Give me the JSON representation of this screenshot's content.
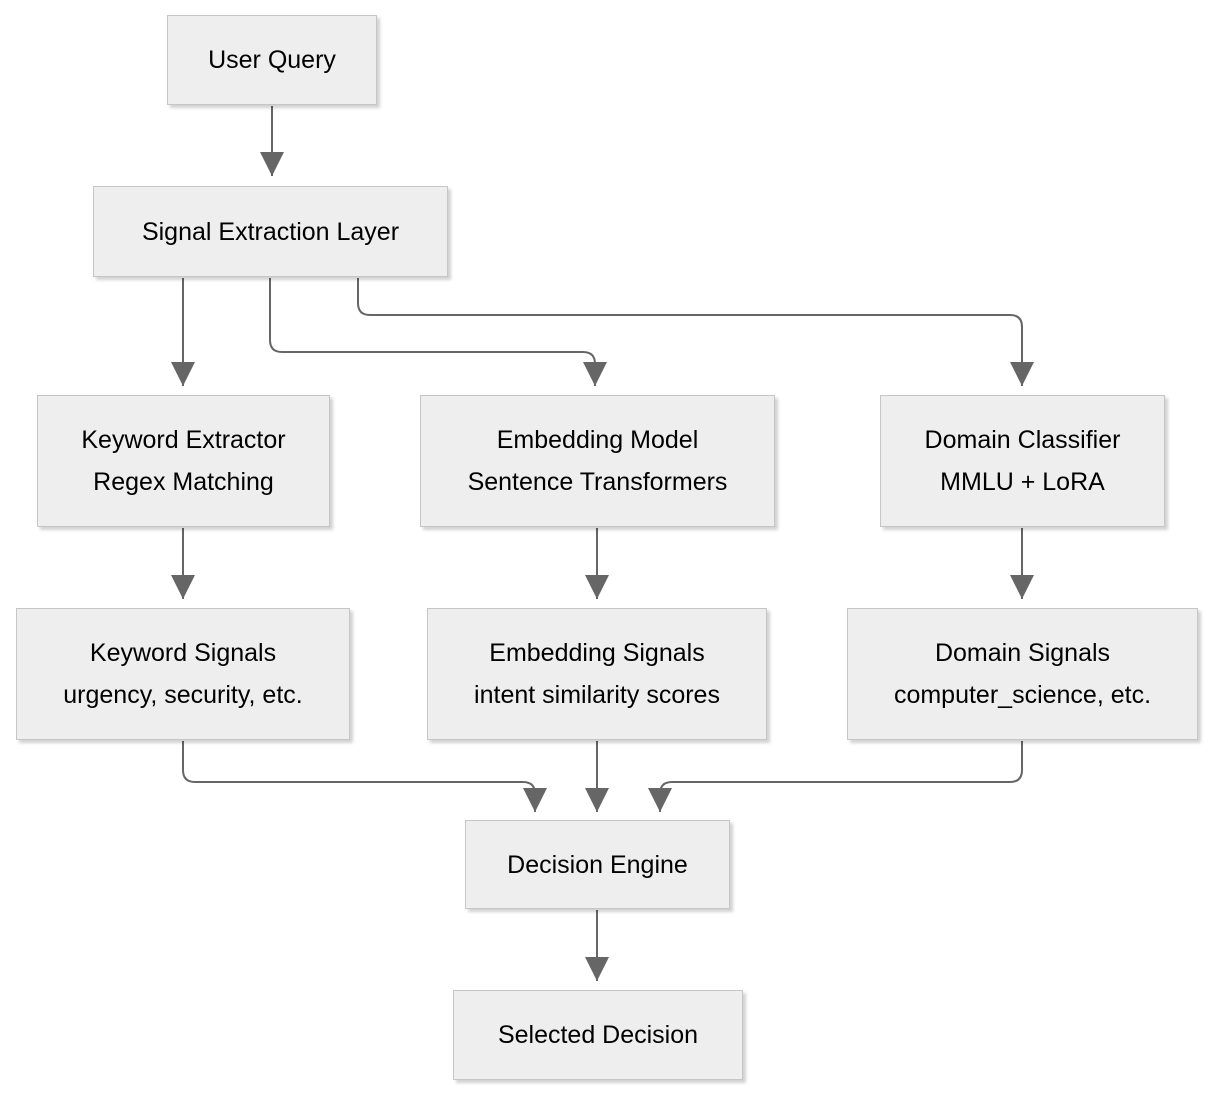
{
  "diagram": {
    "nodes": {
      "user_query": {
        "label": "User Query"
      },
      "signal_extraction_layer": {
        "label": "Signal Extraction Layer"
      },
      "keyword_extractor": {
        "title": "Keyword Extractor",
        "subtitle": "Regex Matching"
      },
      "embedding_model": {
        "title": "Embedding Model",
        "subtitle": "Sentence Transformers"
      },
      "domain_classifier": {
        "title": "Domain Classifier",
        "subtitle": "MMLU + LoRA"
      },
      "keyword_signals": {
        "title": "Keyword Signals",
        "subtitle": "urgency, security, etc."
      },
      "embedding_signals": {
        "title": "Embedding Signals",
        "subtitle": "intent similarity scores"
      },
      "domain_signals": {
        "title": "Domain Signals",
        "subtitle": "computer_science, etc."
      },
      "decision_engine": {
        "label": "Decision Engine"
      },
      "selected_decision": {
        "label": "Selected Decision"
      }
    },
    "edges": [
      {
        "from": "user_query",
        "to": "signal_extraction_layer"
      },
      {
        "from": "signal_extraction_layer",
        "to": "keyword_extractor"
      },
      {
        "from": "signal_extraction_layer",
        "to": "embedding_model"
      },
      {
        "from": "signal_extraction_layer",
        "to": "domain_classifier"
      },
      {
        "from": "keyword_extractor",
        "to": "keyword_signals"
      },
      {
        "from": "embedding_model",
        "to": "embedding_signals"
      },
      {
        "from": "domain_classifier",
        "to": "domain_signals"
      },
      {
        "from": "keyword_signals",
        "to": "decision_engine"
      },
      {
        "from": "embedding_signals",
        "to": "decision_engine"
      },
      {
        "from": "domain_signals",
        "to": "decision_engine"
      },
      {
        "from": "decision_engine",
        "to": "selected_decision"
      }
    ],
    "colors": {
      "background": "#ffffff",
      "node_fill": "#eeeeee",
      "node_border": "#c6c6c6",
      "edge": "#666666",
      "text": "#000000"
    }
  }
}
